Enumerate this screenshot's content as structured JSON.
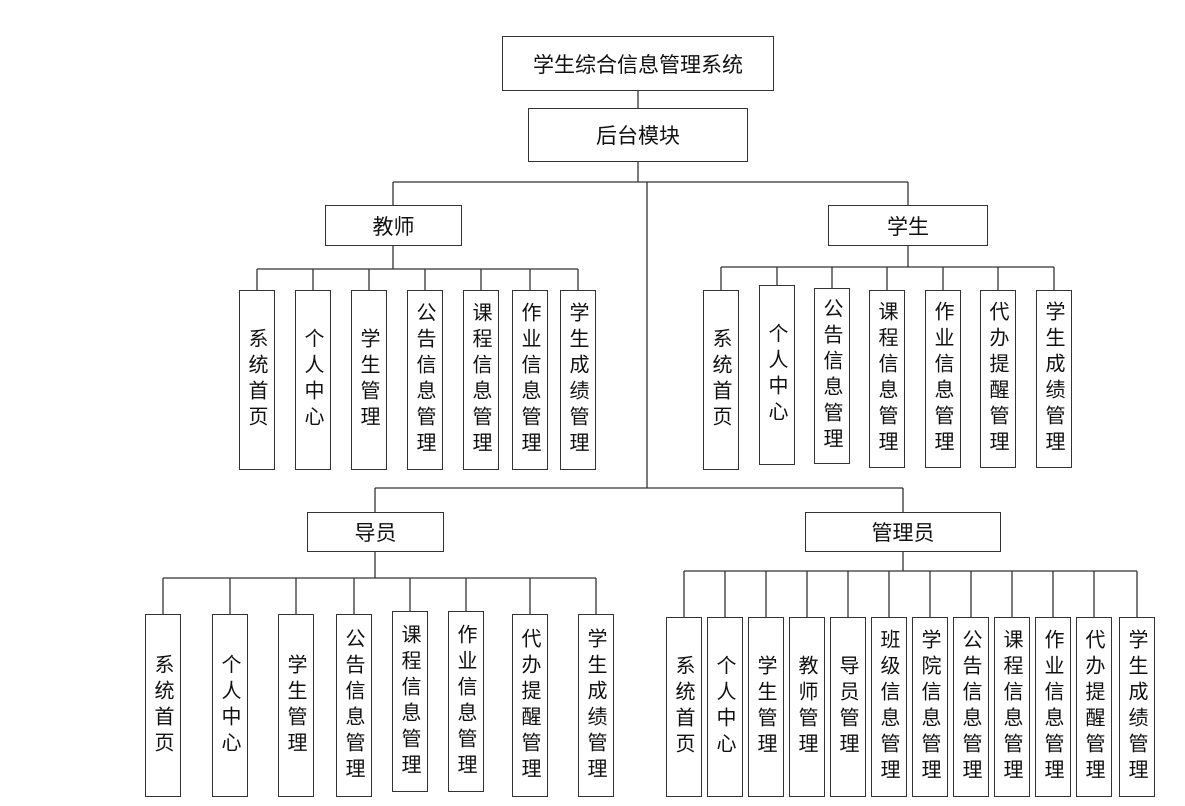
{
  "root": {
    "label": "学生综合信息管理系统"
  },
  "module": {
    "label": "后台模块"
  },
  "roles": {
    "teacher": {
      "label": "教师",
      "children": [
        "系统首页",
        "个人中心",
        "学生管理",
        "公告信息管理",
        "课程信息管理",
        "作业信息管理",
        "学生成绩管理"
      ]
    },
    "student": {
      "label": "学生",
      "children": [
        "系统首页",
        "个人中心",
        "公告信息管理",
        "课程信息管理",
        "作业信息管理",
        "代办提醒管理",
        "学生成绩管理"
      ]
    },
    "counselor": {
      "label": "导员",
      "children": [
        "系统首页",
        "个人中心",
        "学生管理",
        "公告信息管理",
        "课程信息管理",
        "作业信息管理",
        "代办提醒管理",
        "学生成绩管理"
      ]
    },
    "admin": {
      "label": "管理员",
      "children": [
        "系统首页",
        "个人中心",
        "学生管理",
        "教师管理",
        "导员管理",
        "班级信息管理",
        "学院信息管理",
        "公告信息管理",
        "课程信息管理",
        "作业信息管理",
        "代办提醒管理",
        "学生成绩管理"
      ]
    }
  }
}
